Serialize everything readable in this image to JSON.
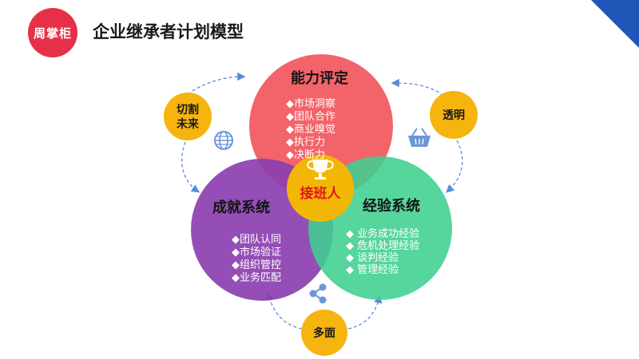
{
  "header": {
    "logo_text": "周掌柜",
    "title": "企业继承者计划模型"
  },
  "colors": {
    "logo": "#e53048",
    "corner_accent": "#1f56b8",
    "circle_top": "#f25b62",
    "circle_left": "#8b3fb0",
    "circle_right": "#3fcf8e",
    "center": "#f2b705",
    "badge": "#f6b40f",
    "arrow": "#5b8bd6",
    "icon": "#6b96d8"
  },
  "circles": {
    "top": {
      "title": "能力评定",
      "items": [
        "◆市场洞察",
        "◆团队合作",
        "◆商业嗅觉",
        "◆执行力",
        "◆决断力"
      ]
    },
    "left": {
      "title": "成就系统",
      "items": [
        "◆团队认同",
        "◆市场验证",
        "◆组织管控",
        "◆业务匹配"
      ]
    },
    "right": {
      "title": "经验系统",
      "items": [
        "◆ 业务成功经验",
        "◆ 危机处理经验",
        "◆ 谈判经验",
        "◆ 管理经验"
      ]
    }
  },
  "center": {
    "label": "接班人",
    "icon": "trophy-icon"
  },
  "badges": {
    "top_left": [
      "切割",
      "未来"
    ],
    "top_right": "透明",
    "bottom": "多面"
  },
  "icons": {
    "near_top_left_badge": "globe-icon",
    "near_top_right_badge": "basket-icon",
    "near_bottom_badge": "share-icon"
  }
}
